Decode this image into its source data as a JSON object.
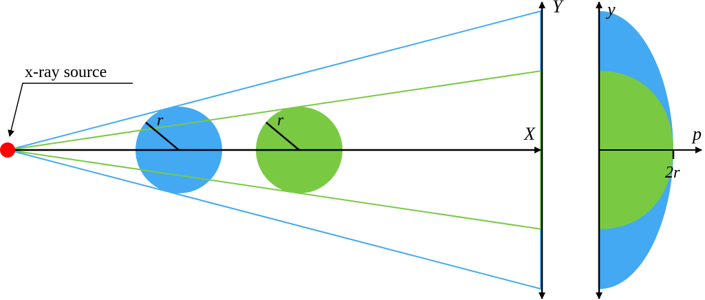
{
  "diagram": {
    "source_label": "x-ray source",
    "left_axes": {
      "x_label": "X",
      "y_label": "Y"
    },
    "right_axes": {
      "p_label": "p",
      "y_label": "y",
      "tick_label": "2r"
    },
    "circles": [
      {
        "name": "blue-object",
        "radius_label": "r",
        "color": "#42A9F2"
      },
      {
        "name": "green-object",
        "radius_label": "r",
        "color": "#7AC943"
      }
    ],
    "colors": {
      "source": "#FF0000",
      "blue": "#42A9F2",
      "green": "#7AC943",
      "axis": "#000000"
    }
  }
}
